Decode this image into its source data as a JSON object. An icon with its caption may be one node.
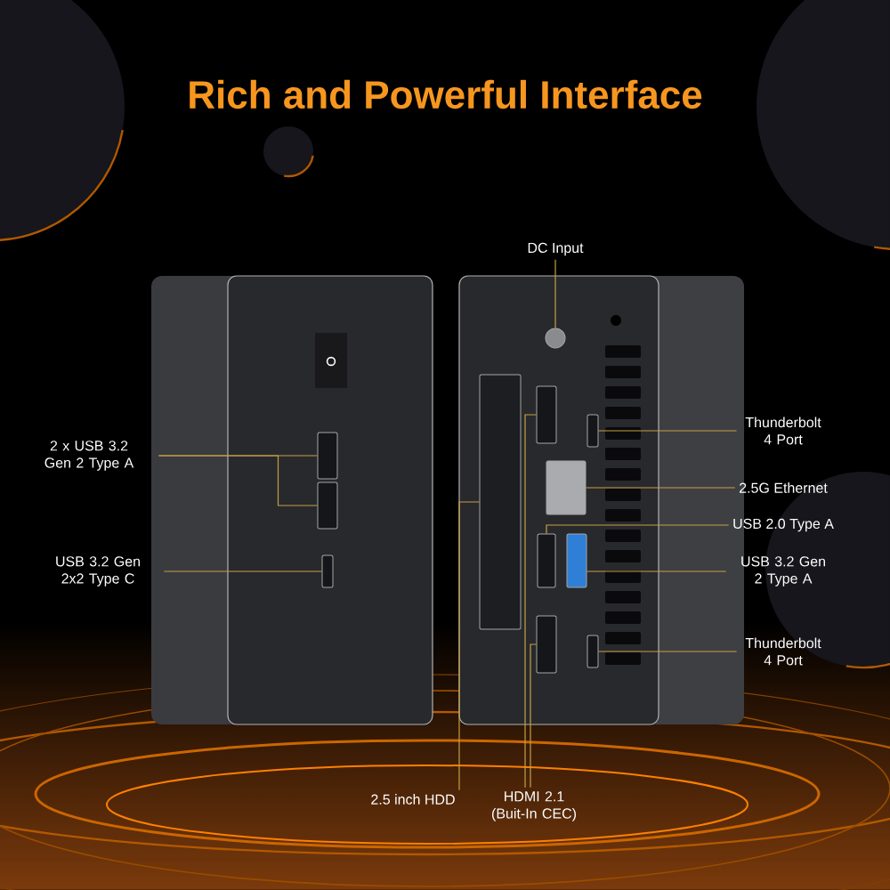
{
  "diagram": {
    "title": "Rich and Powerful Interface",
    "nodes": [
      {
        "text": [
          "2 x USB 3.2 Gen 2 Type A"
        ]
      },
      {
        "text": [],
        "shape": "box"
      },
      {
        "text": [],
        "shape": "box"
      },
      {
        "text": [
          "USB 3.2 Gen 2x2 Type C"
        ]
      },
      {
        "text": [],
        "shape": "box"
      },
      {
        "text": [
          "2.5 inch HDD"
        ]
      },
      {
        "text": [],
        "shape": "box"
      },
      {
        "text": [
          "HDMI 2.1 (Buit-In CEC)"
        ]
      },
      {
        "text": [],
        "shape": "box"
      },
      {
        "text": [],
        "shape": "box"
      },
      {
        "text": [
          "DC Input"
        ]
      },
      {
        "text": [],
        "shape": "circle"
      },
      {
        "text": [
          "Thunderbolt 4 Port"
        ]
      },
      {
        "text": [],
        "shape": "box"
      },
      {
        "text": [
          "2.5G Ethernet"
        ]
      },
      {
        "text": [],
        "shape": "box"
      },
      {
        "text": [
          "USB 2.0 Type A"
        ]
      },
      {
        "text": [],
        "shape": "box"
      },
      {
        "text": [
          "USB 3.2 Gen 2 Type A"
        ]
      },
      {
        "text": [],
        "shape": "box"
      },
      {
        "text": [
          "Thunderbolt 4 Port"
        ]
      },
      {
        "text": [],
        "shape": "box"
      }
    ],
    "edges": [
      {
        "from": 0,
        "to": 1,
        "arrow": "none"
      },
      {
        "from": 0,
        "to": 2,
        "arrow": "none"
      },
      {
        "from": 3,
        "to": 4,
        "arrow": "none"
      },
      {
        "from": 5,
        "to": 6,
        "arrow": "none"
      },
      {
        "from": 7,
        "to": 8,
        "arrow": "none"
      },
      {
        "from": 7,
        "to": 9,
        "arrow": "none"
      },
      {
        "from": 10,
        "to": 11,
        "arrow": "none"
      },
      {
        "from": 12,
        "to": 13,
        "arrow": "none"
      },
      {
        "from": 14,
        "to": 15,
        "arrow": "none"
      },
      {
        "from": 16,
        "to": 17,
        "arrow": "none"
      },
      {
        "from": 18,
        "to": 19,
        "arrow": "none"
      },
      {
        "from": 20,
        "to": 21,
        "arrow": "none"
      }
    ]
  }
}
